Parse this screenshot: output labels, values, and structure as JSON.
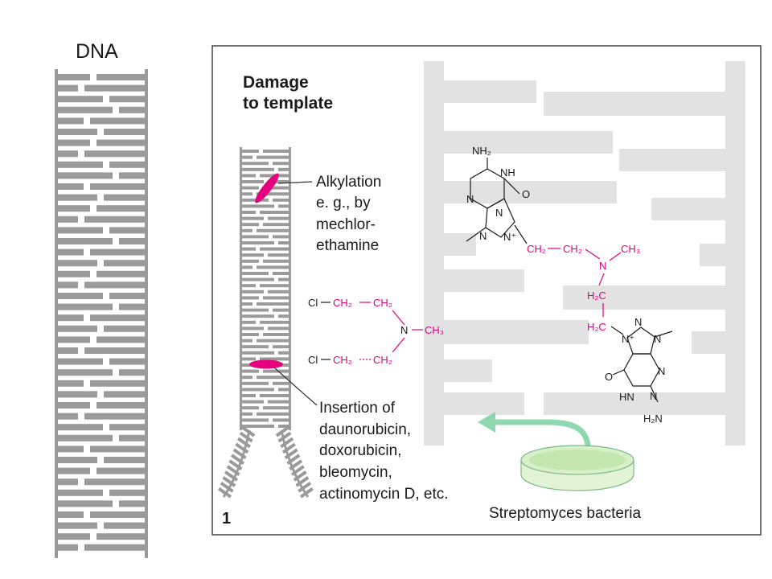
{
  "dna_heading": "DNA",
  "panel": {
    "title_line1": "Damage",
    "title_line2": "to template",
    "alkylation_label": [
      "Alkylation",
      "e. g., by",
      "mechlor-",
      "ethamine"
    ],
    "insertion_label": [
      "Insertion of",
      "daunorubicin,",
      "doxorubicin,",
      "bleomycin,",
      "actinomycin D, etc."
    ],
    "source_label": "Streptomyces bacteria",
    "panel_number": "1"
  },
  "mechlorethamine": {
    "line1": [
      "Cl",
      "CH₂",
      "CH₂"
    ],
    "n_group": [
      "N",
      "CH₃"
    ],
    "line2": [
      "Cl",
      "CH₂",
      "CH₂"
    ]
  },
  "crosslink": {
    "upper_guanine": [
      "NH₂",
      "NH",
      "O",
      "N",
      "N",
      "N",
      "N⁺"
    ],
    "linker": [
      "CH₂",
      "CH₂",
      "N",
      "CH₃",
      "H₂C",
      "H₂C"
    ],
    "lower_guanine": [
      "N⁺",
      "N",
      "N",
      "N",
      "O",
      "HN",
      "N",
      "H₂N"
    ]
  },
  "colors": {
    "dna_gray": "#9a9a9a",
    "background_dna": "#e2e2e2",
    "alkyl_magenta": "#e6007e",
    "arrow_green": "#8fd7ae",
    "dish_green": "#d8f0c8"
  }
}
